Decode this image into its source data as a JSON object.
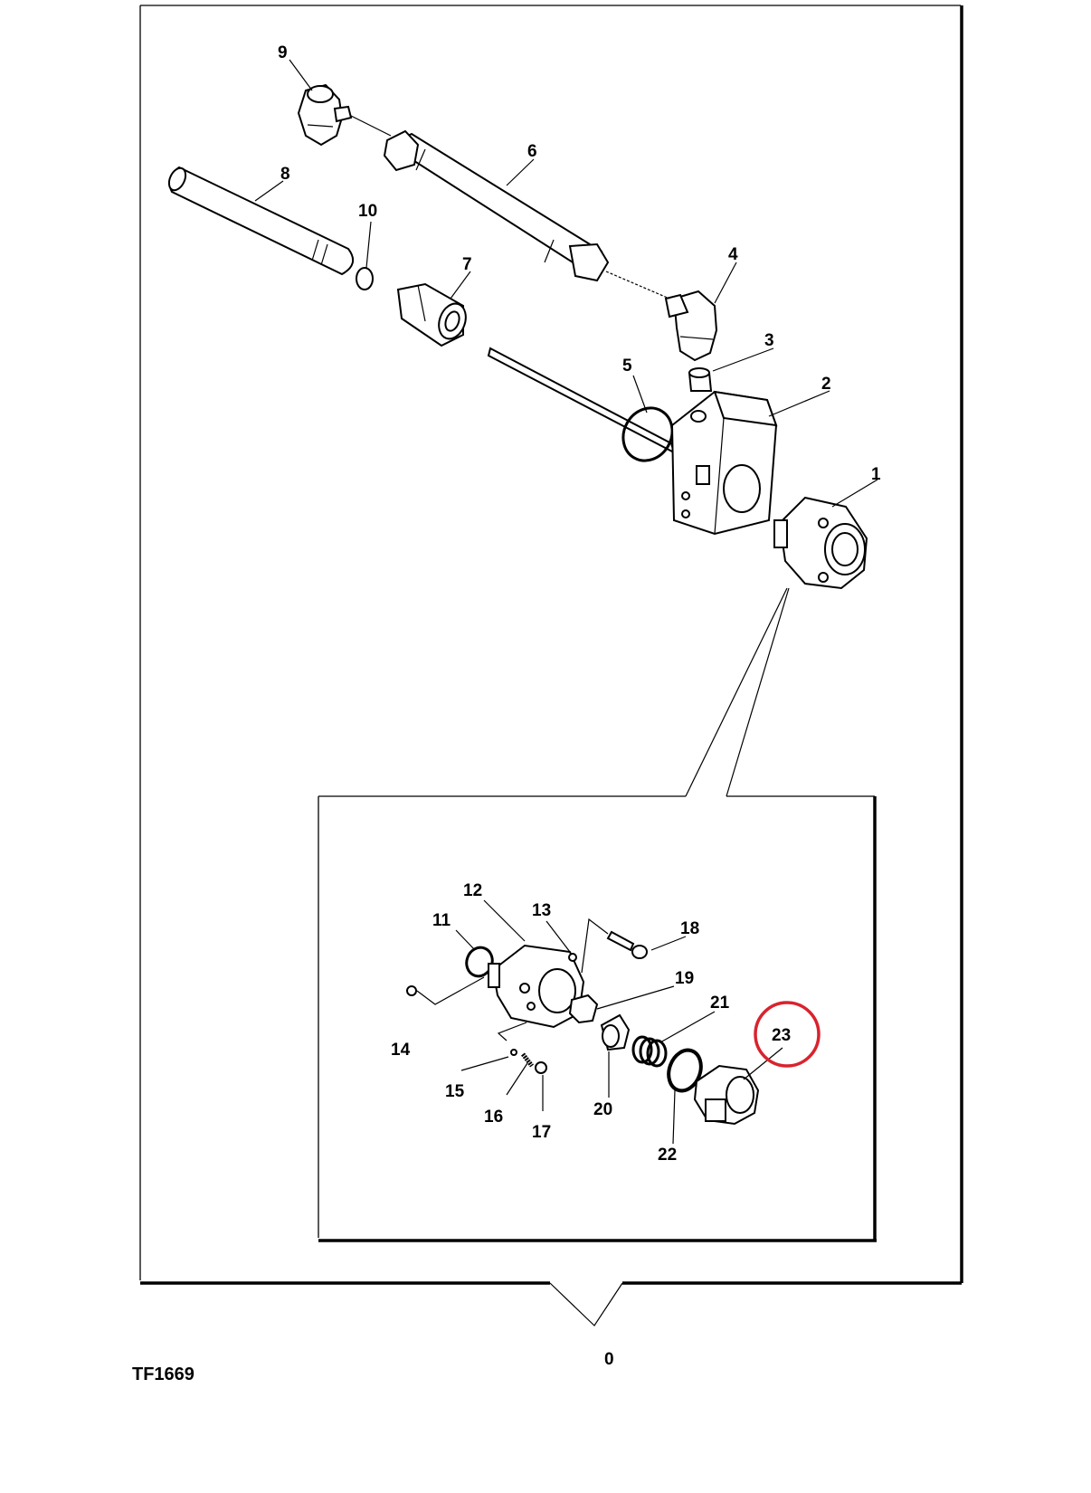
{
  "figure_id": "TF1669",
  "highlight_color": "#d9232e",
  "highlighted_callout": "23",
  "callouts": [
    "0",
    "1",
    "2",
    "3",
    "4",
    "5",
    "6",
    "7",
    "8",
    "9",
    "10",
    "11",
    "12",
    "13",
    "14",
    "15",
    "16",
    "17",
    "18",
    "19",
    "20",
    "21",
    "22",
    "23"
  ]
}
